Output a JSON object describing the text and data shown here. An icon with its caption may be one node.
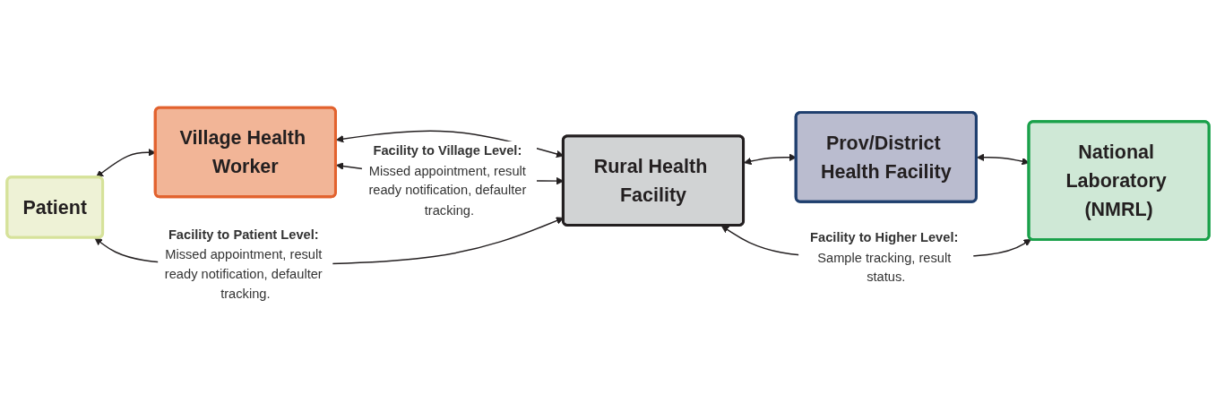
{
  "diagram": {
    "nodes": [
      {
        "text": [
          "Patient"
        ]
      },
      {
        "text": [
          "Village Health Worker"
        ]
      },
      {
        "text": [
          "Rural Health Facility"
        ]
      },
      {
        "text": [
          "Prov/District Health Facility"
        ]
      },
      {
        "text": [
          "National Laboratory (NMRL)"
        ]
      }
    ],
    "edges": [
      {
        "from": 0,
        "to": 1,
        "arrow": "both"
      },
      {
        "from": 1,
        "to": 2,
        "arrow": "both"
      },
      {
        "from": 2,
        "to": 3,
        "arrow": "both"
      },
      {
        "from": 3,
        "to": 4,
        "arrow": "both"
      },
      {
        "from": 1,
        "to": 2,
        "arrow": "both",
        "label": "**Facility to Village Level:** Missed appointment, result ready notification, defaulter tracking."
      },
      {
        "from": 2,
        "to": 4,
        "arrow": "both",
        "label": "**Facility to Higher Level:** Sample tracking, result status."
      },
      {
        "from": 0,
        "to": 2,
        "arrow": "both",
        "label": "**Facility to Patient Level:** Missed appointment, result ready notification, defaulter tracking."
      }
    ]
  }
}
